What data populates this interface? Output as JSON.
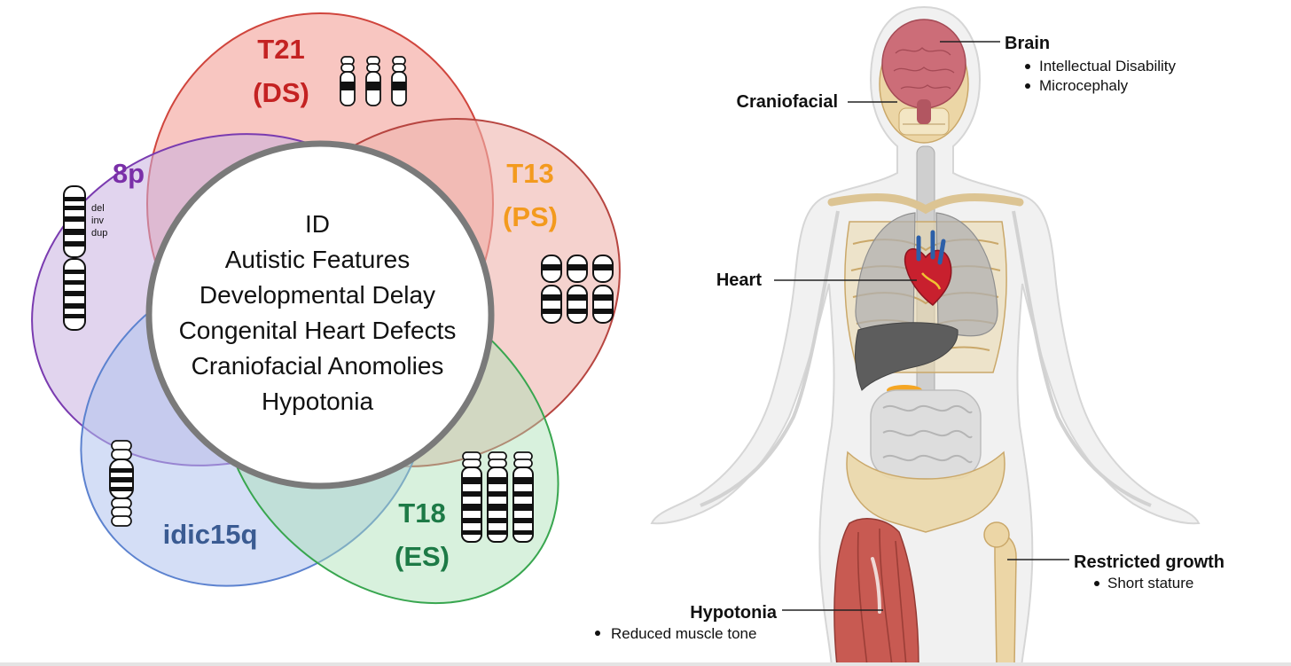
{
  "venn": {
    "sets": [
      {
        "key": "t21",
        "line1": "T21",
        "line2": "(DS)",
        "label_color": "#c42222",
        "fill": "#f6b3ac",
        "stroke": "#d0453d"
      },
      {
        "key": "t13",
        "line1": "T13",
        "line2": "(PS)",
        "label_color": "#f39a1e",
        "fill": "#eeb4ae",
        "stroke": "#b74540"
      },
      {
        "key": "p8",
        "line1": "8p",
        "label_color": "#7a2fa8",
        "fill": "#cdb8e0",
        "stroke": "#7a3bb0"
      },
      {
        "key": "idic",
        "line1": "idic15q",
        "label_color": "#3a5b92",
        "fill": "#b7c6eb",
        "stroke": "#5c82cf"
      },
      {
        "key": "t18",
        "line1": "T18",
        "line2": "(ES)",
        "label_color": "#1d7a46",
        "fill": "#b8e3c0",
        "stroke": "#38a64f"
      }
    ],
    "karyotype_8p_labels": [
      "del",
      "inv",
      "dup"
    ],
    "core_features": [
      "ID",
      "Autistic Features",
      "Developmental Delay",
      "Congenital Heart Defects",
      "Craniofacial Anomolies",
      "Hypotonia"
    ]
  },
  "anatomy": {
    "annotations": {
      "brain": {
        "title": "Brain",
        "items": [
          "Intellectual Disability",
          "Microcephaly"
        ]
      },
      "craniofacial": {
        "title": "Craniofacial"
      },
      "heart": {
        "title": "Heart"
      },
      "growth": {
        "title": "Restricted growth",
        "items": [
          "Short stature"
        ]
      },
      "hypotonia": {
        "title": "Hypotonia",
        "items": [
          "Reduced muscle tone"
        ]
      }
    }
  }
}
